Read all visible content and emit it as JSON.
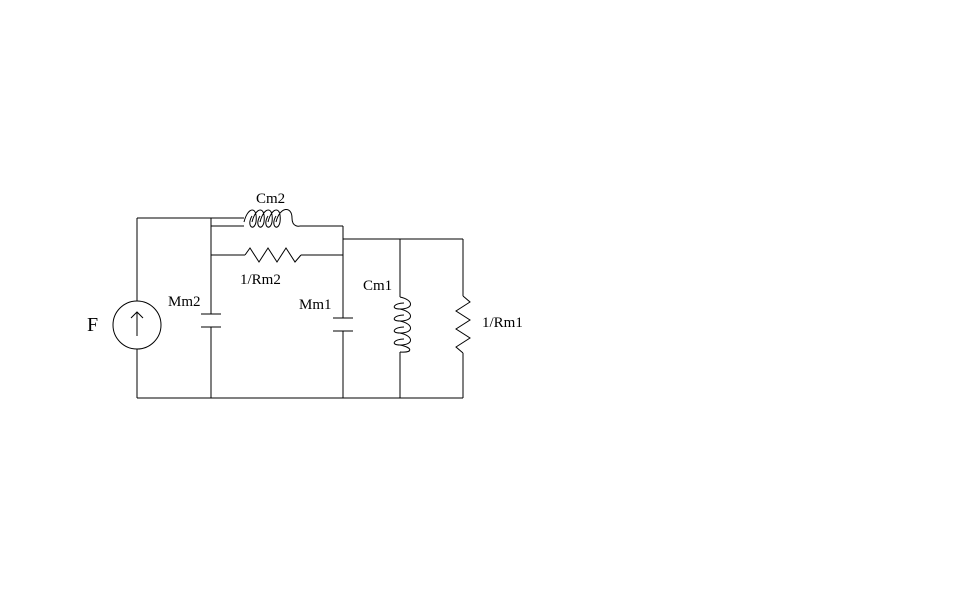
{
  "colors": {
    "background": "#ffffff",
    "line": "#000000"
  },
  "components": {
    "source": {
      "label": "F",
      "kind": "current-source"
    },
    "inductor_top": {
      "label": "Cm2",
      "kind": "inductor"
    },
    "resistor_top": {
      "label": "1/Rm2",
      "kind": "resistor"
    },
    "capacitor_left": {
      "label": "Mm2",
      "kind": "capacitor"
    },
    "capacitor_mid": {
      "label": "Mm1",
      "kind": "capacitor"
    },
    "inductor_right": {
      "label": "Cm1",
      "kind": "inductor"
    },
    "resistor_right": {
      "label": "1/Rm1",
      "kind": "resistor"
    }
  }
}
